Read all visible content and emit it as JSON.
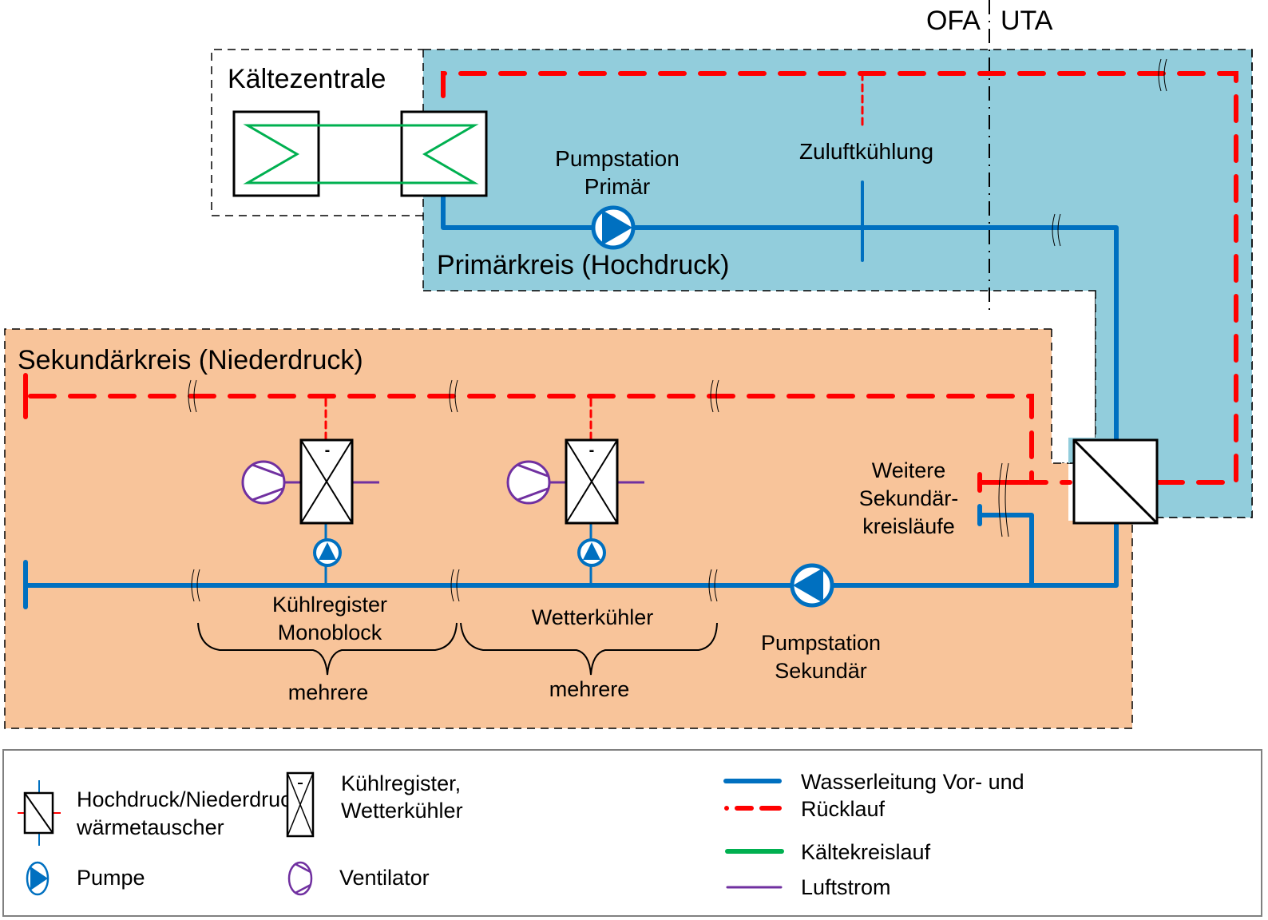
{
  "zones": {
    "ofa": "OFA",
    "uta": "UTA"
  },
  "kaeltezentrale": {
    "title": "Kältezentrale"
  },
  "primaerkreis": {
    "title": "Primärkreis (Hochdruck)",
    "pump_label_line1": "Pumpstation",
    "pump_label_line2": "Primär",
    "zuluft_label": "Zuluftkühlung"
  },
  "sekundaerkreis": {
    "title": "Sekundärkreis (Niederdruck)",
    "group1_line1": "Kühlregister",
    "group1_line2": "Monoblock",
    "group1_count": "mehrere",
    "group2_label": "Wetterkühler",
    "group2_count": "mehrere",
    "pump_label_line1": "Pumpstation",
    "pump_label_line2": "Sekundär",
    "weitere_line1": "Weitere",
    "weitere_line2": "Sekundär-",
    "weitere_line3": "kreisläufe",
    "cooler_symbol_mark": "-"
  },
  "legend": {
    "items": [
      {
        "symbol": "heat-exchanger-icon",
        "line1": "Hochdruck/Niederdruck-",
        "line2": "wärmetauscher"
      },
      {
        "symbol": "cooling-coil-icon",
        "line1": "Kühlregister,",
        "line2": "Wetterkühler"
      },
      {
        "symbol": "pump-icon",
        "line1": "Pumpe"
      },
      {
        "symbol": "fan-icon",
        "line1": "Ventilator"
      }
    ],
    "lines": [
      {
        "style": "water-supply-line",
        "label": "Wasserleitung Vor- und"
      },
      {
        "style": "water-return-line",
        "label": "Rücklauf"
      },
      {
        "style": "refrigerant-line",
        "label": "Kältekreislauf"
      },
      {
        "style": "airflow-line",
        "label": "Luftstrom"
      }
    ]
  },
  "colors": {
    "primary_bg": "#92CDDC",
    "secondary_bg": "#F8C49A",
    "water_blue": "#0070C0",
    "return_red": "#FF0000",
    "refrigerant_green": "#00B050",
    "air_purple": "#7030A0"
  }
}
